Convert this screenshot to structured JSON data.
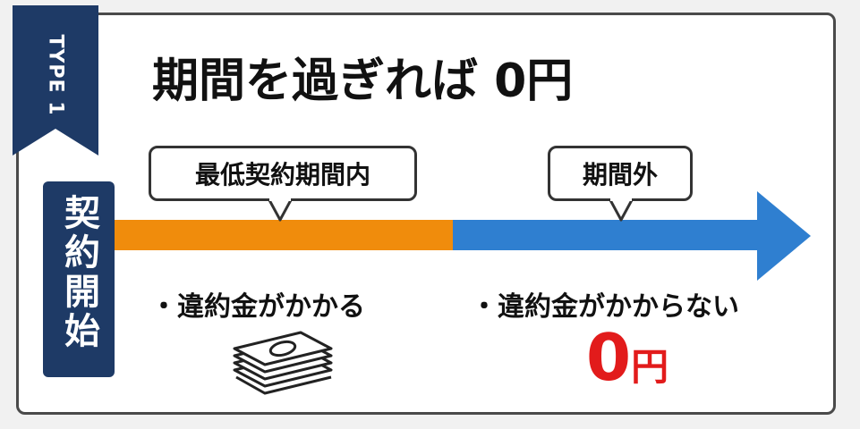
{
  "type_label": "TYPE 1",
  "title": "期間を過ぎれば 0円",
  "start_label": "契約開始",
  "phases": [
    {
      "bubble": "最低契約期間内",
      "note": "・違約金がかかる",
      "color": "#f08c0c"
    },
    {
      "bubble": "期間外",
      "note": "・違約金がかからない",
      "color": "#2f7fd0"
    }
  ],
  "result": {
    "number": "0",
    "unit": "円",
    "color": "#e21b1b"
  },
  "icons": {
    "money": "money-stack-icon",
    "arrow": "timeline-arrow-icon"
  },
  "colors": {
    "ribbon": "#1e3a66",
    "border": "#4a4a4a"
  }
}
